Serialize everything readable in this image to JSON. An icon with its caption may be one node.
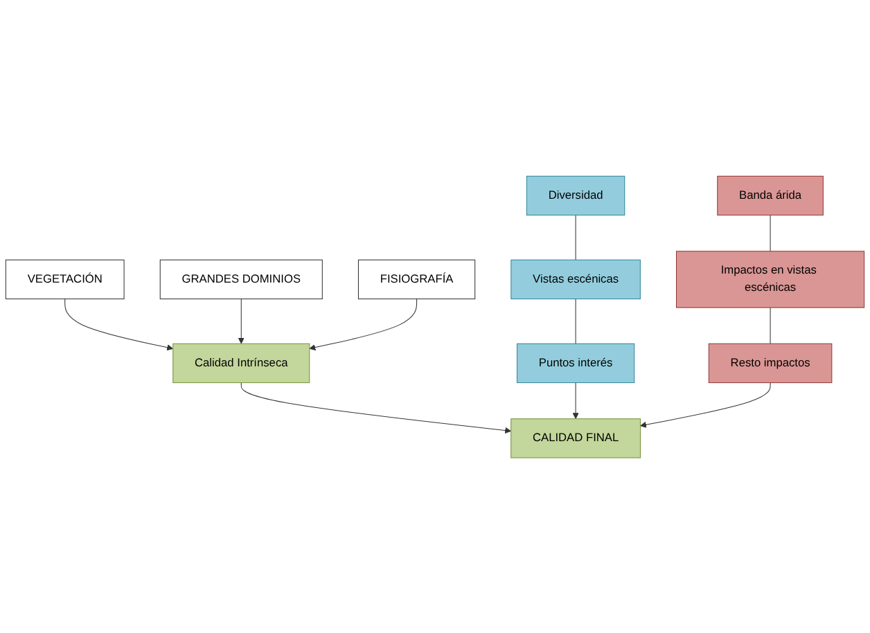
{
  "diagram": {
    "nodes": [
      {
        "text": [
          "VEGETACIÓN"
        ]
      },
      {
        "text": [
          "GRANDES DOMINIOS"
        ]
      },
      {
        "text": [
          "FISIOGRAFÍA"
        ]
      },
      {
        "text": [
          "Calidad Intrínseca"
        ]
      },
      {
        "text": [
          "Diversidad"
        ]
      },
      {
        "text": [
          "Vistas escénicas"
        ]
      },
      {
        "text": [
          "Puntos interés"
        ]
      },
      {
        "text": [
          "Banda árida"
        ]
      },
      {
        "text": [
          "Impactos en vistas escénicas"
        ]
      },
      {
        "text": [
          "Resto impactos"
        ]
      },
      {
        "text": [
          "CALIDAD FINAL"
        ]
      }
    ],
    "edges": [
      {
        "from": 0,
        "to": 3,
        "arrow": "to"
      },
      {
        "from": 1,
        "to": 3,
        "arrow": "to"
      },
      {
        "from": 2,
        "to": 3,
        "arrow": "to"
      },
      {
        "from": 3,
        "to": 10,
        "arrow": "to"
      },
      {
        "from": 4,
        "to": 5,
        "arrow": "none"
      },
      {
        "from": 5,
        "to": 6,
        "arrow": "none"
      },
      {
        "from": 6,
        "to": 10,
        "arrow": "to"
      },
      {
        "from": 7,
        "to": 8,
        "arrow": "none"
      },
      {
        "from": 8,
        "to": 9,
        "arrow": "none"
      },
      {
        "from": 9,
        "to": 10,
        "arrow": "to"
      }
    ]
  }
}
